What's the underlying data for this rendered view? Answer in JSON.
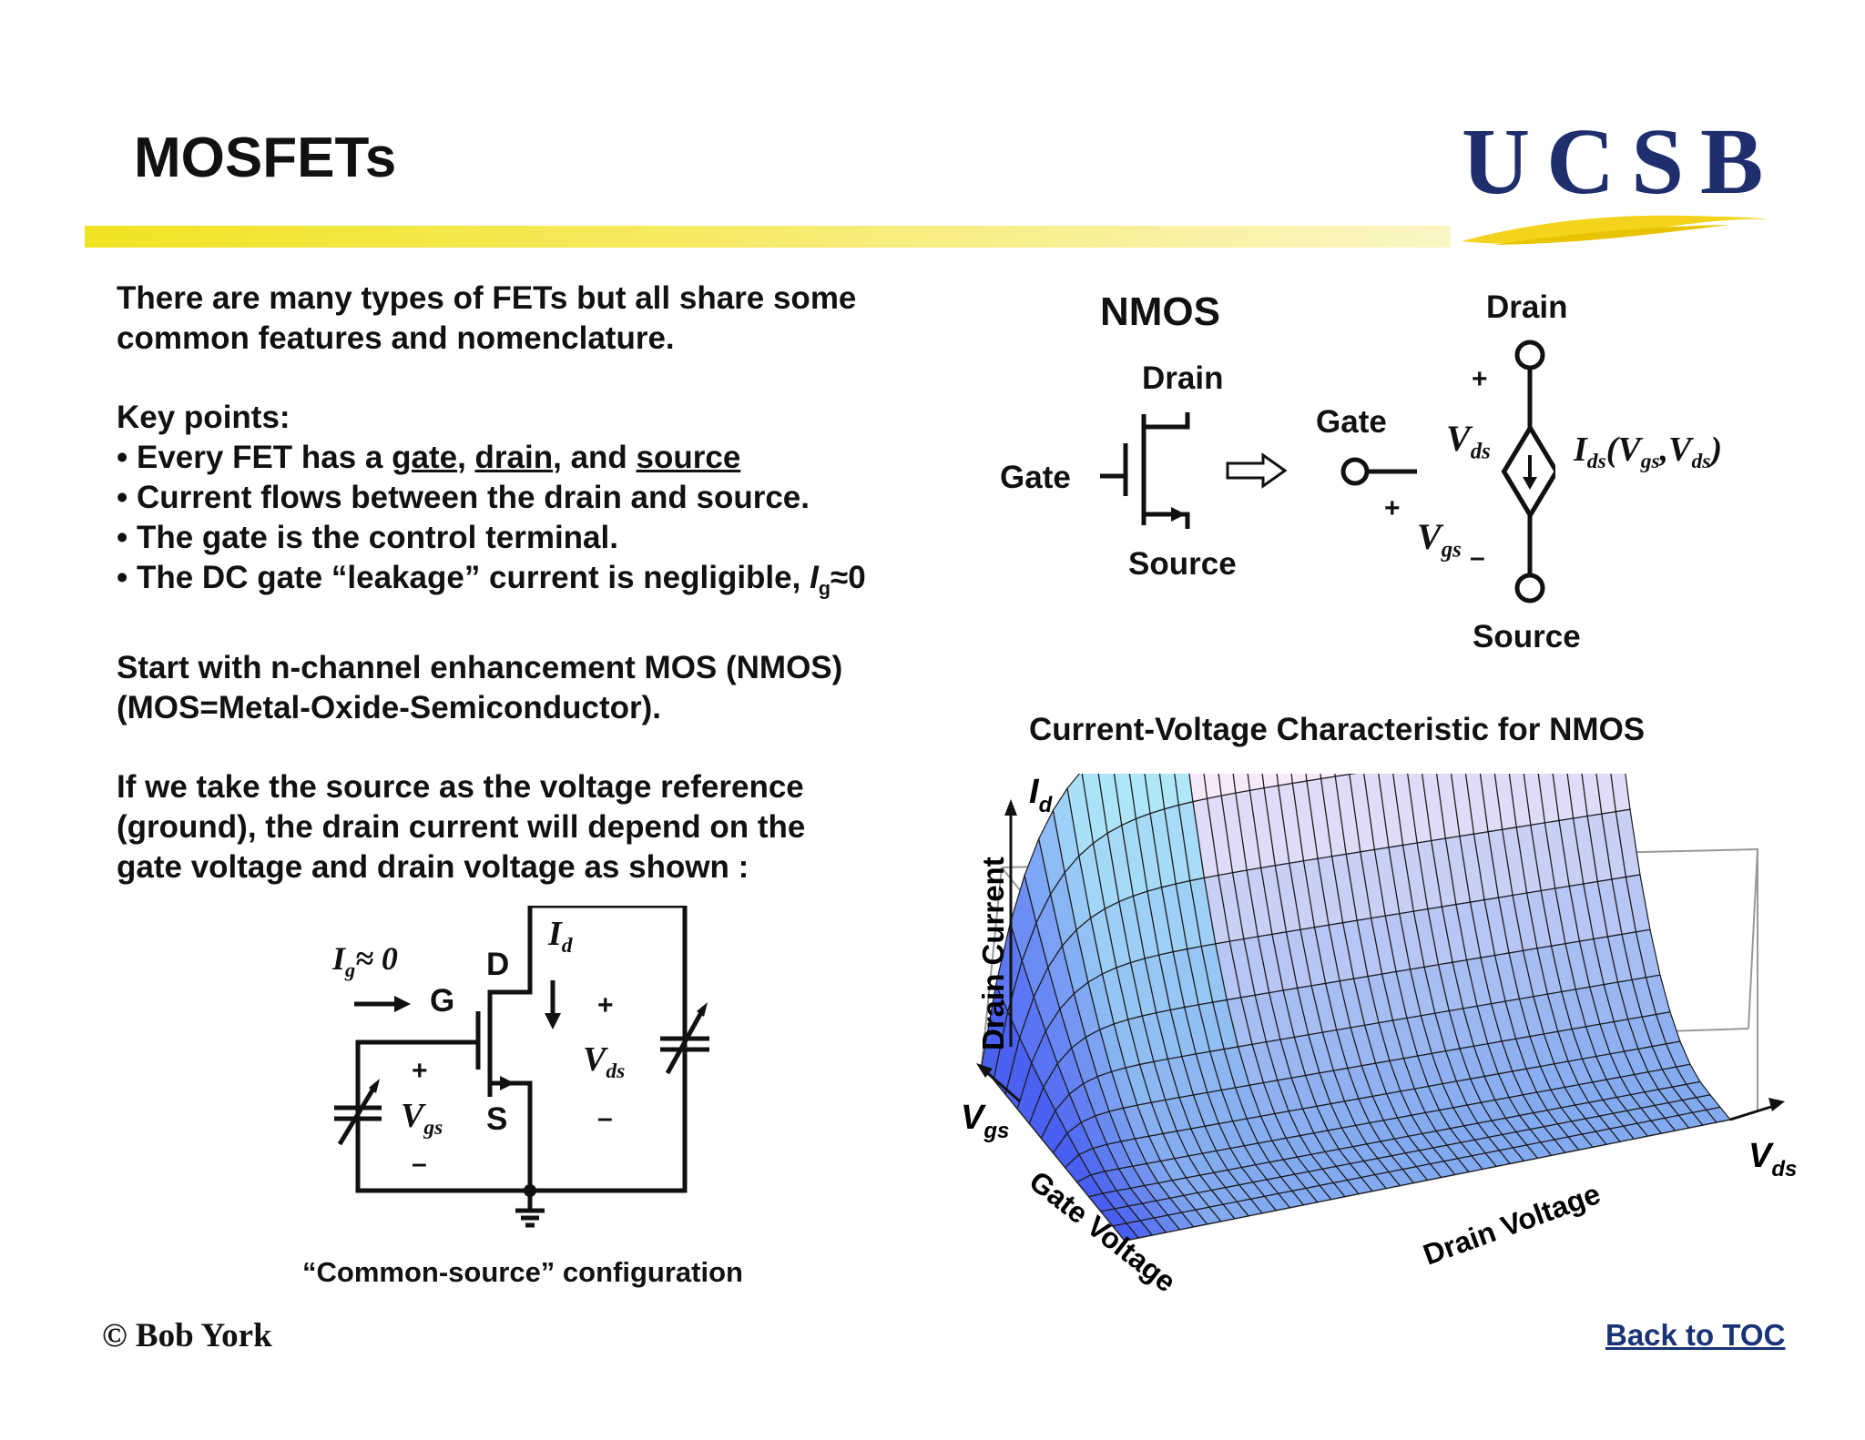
{
  "slide": {
    "title": "MOSFETs",
    "logo_text": "UCSB"
  },
  "body": {
    "intro": "There are many types of FETs but all share some common features and nomenclature.",
    "key_points_heading": "Key points:",
    "bullet1_prefix": "• Every FET has a ",
    "bullet1_gate": "gate",
    "bullet1_sep1": ", ",
    "bullet1_drain": "drain",
    "bullet1_sep2": ", and ",
    "bullet1_source": "source",
    "bullet2": "• Current flows between the drain and source.",
    "bullet3": "• The gate is the control terminal.",
    "bullet4_prefix": "• The DC gate “leakage” current is negligible, ",
    "bullet4_symbol": "I",
    "bullet4_sub": "g",
    "bullet4_suffix": "≈0",
    "nmos_line1": "Start with n-channel enhancement MOS (NMOS)",
    "nmos_line2": "(MOS=Metal-Oxide-Semiconductor).",
    "reference_text": "If we take the source as the voltage reference (ground), the drain current will depend on the gate voltage and drain voltage as shown :"
  },
  "nmos_symbol": {
    "heading": "NMOS",
    "drain_label": "Drain",
    "gate_label": "Gate",
    "source_label": "Source"
  },
  "equivalent_model": {
    "drain_label": "Drain",
    "gate_label": "Gate",
    "source_label": "Source",
    "plus_top": "+",
    "plus_gate": "+",
    "minus_gate": "–",
    "vds_main": "V",
    "vds_sub": "ds",
    "vgs_main": "V",
    "vgs_sub": "gs",
    "ids_main": "I",
    "ids_sub": "ds",
    "ids_open": "(V",
    "ids_arg1_sub": "gs",
    "ids_comma": ",V",
    "ids_arg2_sub": "ds",
    "ids_close": ")"
  },
  "circuit": {
    "ig_label": "I",
    "ig_sub": "g",
    "ig_approx": "≈ 0",
    "g_label": "G",
    "d_label": "D",
    "s_label": "S",
    "id_label": "I",
    "id_sub": "d",
    "plus_vds": "+",
    "minus_vds": "–",
    "vds_label": "V",
    "vds_sub": "ds",
    "plus_vgs": "+",
    "minus_vgs": "–",
    "vgs_label": "V",
    "vgs_sub": "gs",
    "caption": "“Common-source” configuration"
  },
  "chart_data": {
    "type": "surface",
    "title": "Current-Voltage Characteristic for NMOS",
    "zlabel": "Drain Current",
    "xlabel": "Drain Voltage",
    "ylabel": "Gate Voltage",
    "z_axis_symbol": "I",
    "z_axis_sub": "d",
    "x_axis_symbol": "V",
    "x_axis_sub": "ds",
    "y_axis_symbol": "V",
    "y_axis_sub": "gs",
    "colors": {
      "low": "#5b3fd6",
      "high": "#f6d9f3",
      "floor": "#7cc6f0"
    }
  },
  "footer": {
    "copyright": "©  Bob York",
    "back_link": "Back to TOC"
  }
}
